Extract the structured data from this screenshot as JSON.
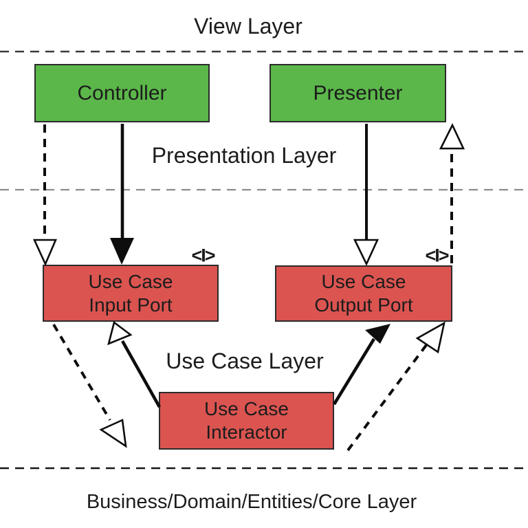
{
  "diagram": {
    "layer_labels": {
      "view": "View Layer",
      "presentation": "Presentation Layer",
      "use_case": "Use Case Layer",
      "business": "Business/Domain/Entities/Core Layer"
    },
    "nodes": {
      "controller": {
        "label": "Controller"
      },
      "presenter": {
        "label": "Presenter"
      },
      "input_port": {
        "line1": "Use Case",
        "line2": "Input Port",
        "stereotype": "<I>"
      },
      "output_port": {
        "line1": "Use Case",
        "line2": "Output Port",
        "stereotype": "<I>"
      },
      "interactor": {
        "line1": "Use Case",
        "line2": "Interactor"
      }
    },
    "colors": {
      "node-green": "#5bb74a",
      "node-red": "#db5450",
      "node-border": "#2b2b2b",
      "arrow-black": "#0d0d0d",
      "divider-dark": "#3a3a3a",
      "divider-gray": "#8c8c8c",
      "divider-bottom": "#161616",
      "text": "#1c1c1c"
    }
  }
}
